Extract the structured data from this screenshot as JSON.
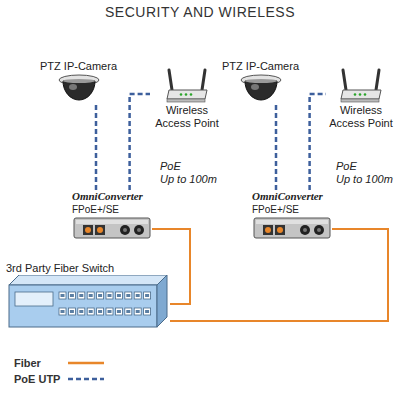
{
  "diagram": {
    "title": "SECURITY AND WIRELESS",
    "nodes": [
      {
        "text": [
          "PTZ IP-Camera"
        ]
      },
      {
        "text": [
          "Wireless Access Point"
        ]
      },
      {
        "text": [
          "PTZ IP-Camera"
        ]
      },
      {
        "text": [
          "Wireless Access Point"
        ]
      },
      {
        "text": [
          "OmniConverter",
          "FPoE+/SE"
        ]
      },
      {
        "text": [
          "OmniConverter",
          "FPoE+/SE"
        ]
      },
      {
        "text": [
          "3rd Party Fiber Switch"
        ]
      }
    ],
    "edges": [
      {
        "from": 4,
        "to": 0,
        "arrow": "none"
      },
      {
        "from": 4,
        "to": 1,
        "arrow": "none"
      },
      {
        "from": 5,
        "to": 2,
        "arrow": "none"
      },
      {
        "from": 5,
        "to": 3,
        "arrow": "none"
      },
      {
        "from": 4,
        "to": 6,
        "arrow": "none"
      },
      {
        "from": 5,
        "to": 6,
        "arrow": "none"
      }
    ],
    "labels": [
      "PoE",
      "Up to 100m",
      "PoE",
      "Up to 100m"
    ],
    "legend": [
      {
        "text": "Fiber"
      },
      {
        "text": "PoE UTP"
      }
    ]
  }
}
